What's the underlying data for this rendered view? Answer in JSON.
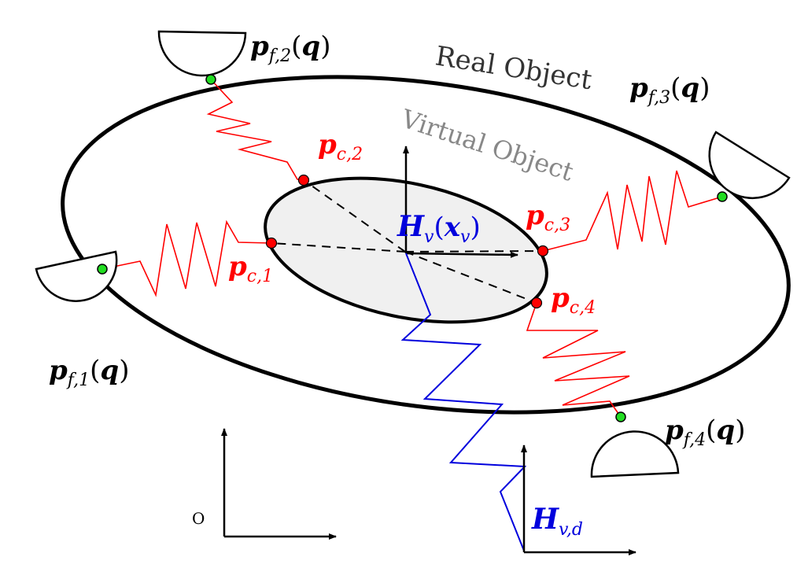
{
  "labels": {
    "real_object": "Real Object",
    "virtual_object": "Virtual Object",
    "origin": "O",
    "finger_contacts": [
      {
        "sym": "p",
        "sub": "f,1",
        "arg": "q"
      },
      {
        "sym": "p",
        "sub": "f,2",
        "arg": "q"
      },
      {
        "sym": "p",
        "sub": "f,3",
        "arg": "q"
      },
      {
        "sym": "p",
        "sub": "f,4",
        "arg": "q"
      }
    ],
    "virtual_contacts": [
      {
        "sym": "p",
        "sub": "c,1"
      },
      {
        "sym": "p",
        "sub": "c,2"
      },
      {
        "sym": "p",
        "sub": "c,3"
      },
      {
        "sym": "p",
        "sub": "c,4"
      }
    ],
    "virtual_frame": {
      "sym": "H",
      "sub": "v",
      "arg_sym": "x",
      "arg_sub": "v"
    },
    "desired_frame": {
      "sym": "H",
      "sub": "v,d"
    }
  },
  "colors": {
    "real_label": "#333333",
    "virtual_label": "#888888",
    "virtual_fill": "#f0f0f0",
    "spring": "#ff0000",
    "contact_point": "#ff0000",
    "finger_point": "#22dd22",
    "frame_spring": "#0000dd",
    "frame_label": "#0000dd",
    "outline": "#000000"
  }
}
